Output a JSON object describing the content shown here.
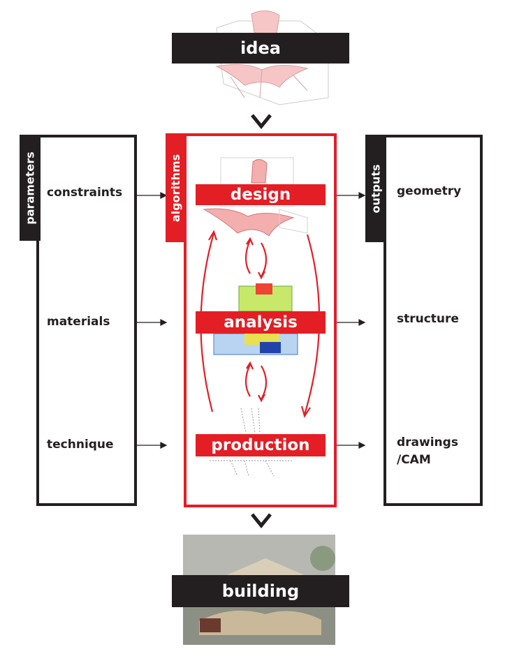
{
  "top": {
    "label": "idea"
  },
  "bottom": {
    "label": "building"
  },
  "parameters": {
    "tab": "parameters",
    "items": [
      "constraints",
      "materials",
      "technique"
    ]
  },
  "algorithms": {
    "tab": "algorithms",
    "stages": [
      "design",
      "analysis",
      "production"
    ]
  },
  "outputs": {
    "tab": "outputs",
    "items": [
      "geometry",
      "structure",
      "drawings",
      "/CAM"
    ]
  },
  "colors": {
    "accent": "#e31e24",
    "dark": "#231f20"
  },
  "icons": [
    "down-chevron-icon",
    "cycle-arrow-icon",
    "right-arrow-icon"
  ]
}
